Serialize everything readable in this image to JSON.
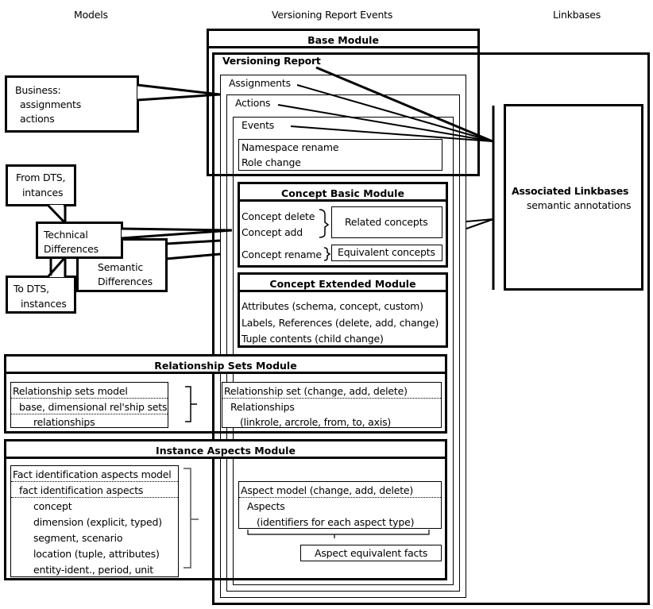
{
  "columns": {
    "models": "Models",
    "events": "Versioning Report Events",
    "linkbases": "Linkbases"
  },
  "base_module": {
    "title": "Base Module",
    "versioning_report": "Versioning Report",
    "assignments": "Assignments",
    "actions": "Actions",
    "events": "Events",
    "event_items": [
      "Namespace rename",
      "Role change"
    ]
  },
  "callouts": {
    "business": [
      "Business:",
      "assignments",
      "actions"
    ],
    "from_dts": [
      "From DTS,",
      "intances"
    ],
    "technical": [
      "Technical",
      "Differences"
    ],
    "semantic": [
      "Semantic",
      "Differences"
    ],
    "to_dts": [
      "To DTS,",
      "instances"
    ]
  },
  "concept_basic": {
    "title": "Concept Basic Module",
    "items": [
      "Concept delete",
      "Concept add",
      "Concept rename"
    ],
    "related": "Related concepts",
    "equivalent": "Equivalent concepts"
  },
  "concept_extended": {
    "title": "Concept Extended Module",
    "items": [
      "Attributes (schema, concept, custom)",
      "Labels, References (delete, add, change)",
      "Tuple contents (child change)"
    ]
  },
  "relationship_sets": {
    "title": "Relationship Sets Module",
    "model_items": [
      "Relationship sets model",
      "base, dimensional rel'ship sets",
      "relationships"
    ],
    "event_items": [
      "Relationship set (change, add, delete)",
      "Relationships",
      "(linkrole, arcrole, from, to, axis)"
    ]
  },
  "instance_aspects": {
    "title": "Instance Aspects Module",
    "model_items": [
      "Fact identification aspects model",
      "fact identification aspects",
      "concept",
      "dimension (explicit, typed)",
      "segment, scenario",
      "location (tuple, attributes)",
      "entity-ident., period, unit"
    ],
    "event_items": [
      "Aspect model (change, add, delete)",
      "Aspects",
      "(identifiers for each aspect type)"
    ],
    "equivalent": "Aspect equivalent facts"
  },
  "linkbases": {
    "title": "Associated Linkbases",
    "subtitle": "semantic annotations"
  }
}
